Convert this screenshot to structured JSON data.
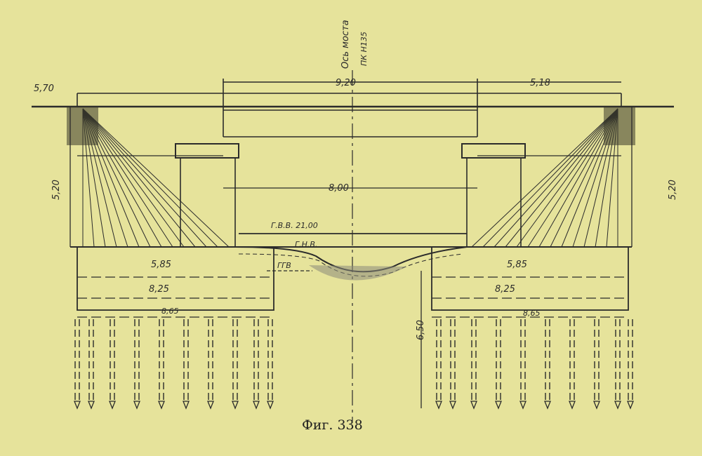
{
  "figure": {
    "caption": "Фиг. 338",
    "axis_label_top": "Ось моста",
    "axis_label_bottom": "ПК Н135"
  },
  "dimensions": {
    "left_elevation": "5,70",
    "bridge_span": "9,20",
    "right_span": "5,18",
    "left_height": "5,20",
    "right_height": "5,20",
    "clear_span": "8,00",
    "high_water": "Г.В.В. 21,00",
    "low_water": "Г.Н.В.",
    "water_level": "ГГВ",
    "left_grillage_1": "5,85",
    "left_grillage_2": "8,25",
    "left_grillage_3": "8,65",
    "right_grillage_1": "5,85",
    "right_grillage_2": "8,25",
    "right_grillage_3": "8,65",
    "pile_depth": "6,50"
  },
  "colors": {
    "paper": "#e6e39b",
    "ink": "#2b2b2b"
  }
}
